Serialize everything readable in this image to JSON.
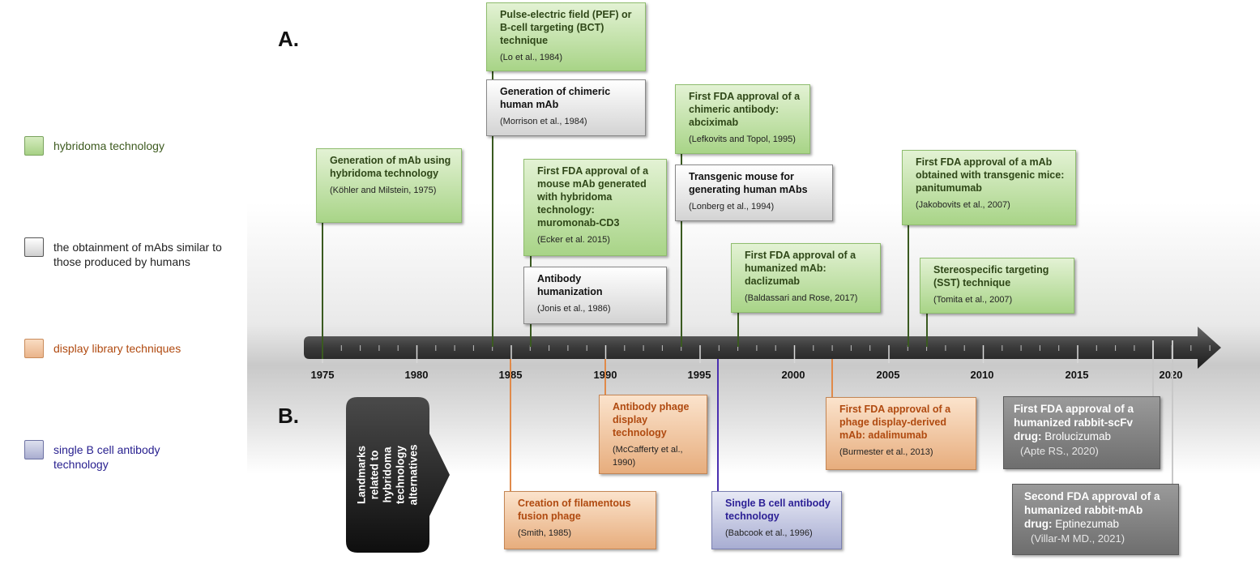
{
  "section_labels": {
    "a": "A.",
    "b": "B."
  },
  "legend": [
    {
      "text": "hybridoma technology",
      "color": "#a7d185"
    },
    {
      "text": "the obtainment of mAbs similar to those produced by humans",
      "color": "#cfcfcf"
    },
    {
      "text": "display library techniques",
      "color": "#eab48a"
    },
    {
      "text": "single B cell antibody technology",
      "color": "#a9add0"
    }
  ],
  "timeline": {
    "start_year": 1975,
    "end_year": 2020,
    "tick_labels": [
      "1975",
      "1980",
      "1985",
      "1990",
      "1995",
      "2000",
      "2005",
      "2010",
      "2015",
      "2020"
    ]
  },
  "landmark_label": "Landmarks related to hybridoma technology alternatives",
  "events": {
    "pef": {
      "year": 1984,
      "title": "Pulse-electric field (PEF) or B-cell targeting (BCT) technique",
      "ref": "(Lo et al., 1984)",
      "category": "hybridoma"
    },
    "chimeric": {
      "title": "Generation of chimeric human mAb",
      "ref": "(Morrison et al., 1984)",
      "category": "human-like"
    },
    "hybridoma_mab": {
      "year": 1975,
      "title": "Generation of mAb using hybridoma technology",
      "ref": "(Köhler and Milstein, 1975)",
      "category": "hybridoma"
    },
    "muromonab": {
      "year": 1986,
      "title": "First FDA approval of a mouse mAb generated with hybridoma technology: muromonab-CD3",
      "ref": "(Ecker et al. 2015)",
      "category": "hybridoma"
    },
    "humanization": {
      "title": "Antibody humanization",
      "ref": "(Jonis et al., 1986)",
      "category": "human-like"
    },
    "abciximab": {
      "year": 1994,
      "title": "First FDA approval of a chimeric antibody: abciximab",
      "ref": "(Lefkovits and Topol, 1995)",
      "category": "hybridoma"
    },
    "transgenic": {
      "title": "Transgenic mouse for generating human mAbs",
      "ref": "(Lonberg et al., 1994)",
      "category": "human-like"
    },
    "daclizumab": {
      "year": 1997,
      "title": "First FDA approval of a humanized mAb: daclizumab",
      "ref": "(Baldassari and Rose, 2017)",
      "category": "hybridoma"
    },
    "panitumumab": {
      "year": 2006,
      "title": "First FDA approval of a mAb obtained with transgenic mice: panitumumab",
      "ref": "(Jakobovits et al., 2007)",
      "category": "hybridoma"
    },
    "sst": {
      "year": 2007,
      "title": "Stereospecific targeting (SST) technique",
      "ref": "(Tomita et al., 2007)",
      "category": "hybridoma"
    },
    "phage_display": {
      "year": 1990,
      "title": "Antibody phage display technology",
      "ref": "(McCafferty et al., 1990)",
      "category": "display"
    },
    "filamentous": {
      "year": 1985,
      "title": "Creation of filamentous fusion phage",
      "ref": "(Smith, 1985)",
      "category": "display"
    },
    "single_b": {
      "year": 1996,
      "title": "Single B cell antibody technology",
      "ref": "(Babcook et al., 1996)",
      "category": "single-b"
    },
    "adalimumab": {
      "year": 2002,
      "title": "First FDA approval of a phage display-derived mAb: adalimumab",
      "ref": "(Burmester et al., 2013)",
      "category": "display"
    },
    "brolucizumab": {
      "year": 2019,
      "title": "First FDA approval of a humanized rabbit-scFv drug:",
      "drug": "Brolucizumab",
      "ref": "(Apte RS., 2020)",
      "category": "rabbit"
    },
    "eptinezumab": {
      "year": 2020,
      "title": "Second FDA approval of a humanized rabbit-mAb drug:",
      "drug": "Eptinezumab",
      "ref": "(Villar-M MD., 2021)",
      "category": "rabbit"
    }
  }
}
